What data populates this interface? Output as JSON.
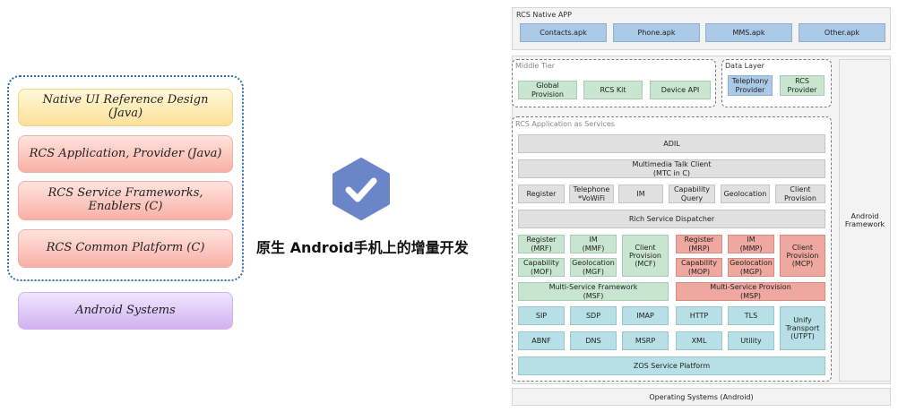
{
  "left_stack": {
    "native_ui": "Native UI Reference Design (Java)",
    "rcs_app": "RCS Application, Provider (Java)",
    "rcs_frameworks": "RCS Service Frameworks, Enablers (C)",
    "rcs_platform": "RCS Common Platform (C)",
    "android_systems": "Android Systems"
  },
  "center_title": "原生 Android手机上的增量开发",
  "icon": {
    "name": "checkmark-hexagon-icon",
    "color": "#6b85c9"
  },
  "diagram": {
    "native_app": {
      "label": "RCS Native APP",
      "apks": [
        "Contacts.apk",
        "Phone.apk",
        "MMS.apk",
        "Other.apk"
      ]
    },
    "middle_tier": {
      "label": "Middle Tier",
      "items": [
        "Global\nProvision",
        "RCS Kit",
        "Device API"
      ]
    },
    "data_layer": {
      "label": "Data Layer",
      "items": [
        "Telephony\nProvider",
        "RCS\nProvider"
      ]
    },
    "services": {
      "label": "RCS Application as Services",
      "adil": "ADIL",
      "mtc": "Multimedia Talk Client\n(MTC in C)",
      "row": [
        "Register",
        "Telephone\n*VoWiFi",
        "IM",
        "Capability\nQuery",
        "Geolocation",
        "Client\nProvision"
      ],
      "dispatcher": "Rich Service Dispatcher"
    },
    "msf": {
      "register": "Register\n(MRF)",
      "im": "IM\n(MMF)",
      "capability": "Capability\n(MOF)",
      "geolocation": "Geolocation\n(MGF)",
      "client": "Client\nProvision\n(MCF)",
      "label": "Multi-Service Framework\n(MSF)"
    },
    "msp": {
      "register": "Register\n(MRP)",
      "im": "IM\n(MMP)",
      "capability": "Capability\n(MOP)",
      "geolocation": "Geolocation\n(MGP)",
      "client": "Client\nProvision\n(MCP)",
      "label": "Multi-Service Provision\n(MSP)"
    },
    "protocols": {
      "row1": [
        "SIP",
        "SDP",
        "IMAP",
        "HTTP",
        "TLS"
      ],
      "row2": [
        "ABNF",
        "DNS",
        "MSRP",
        "XML",
        "Utility"
      ],
      "utpt": "Unify\nTransport\n(UTPT)",
      "zos": "ZOS Service Platform"
    },
    "android_framework": "Android\nFramework",
    "os": "Operating Systems (Android)"
  },
  "colors": {
    "blue_box": "#a9c9e6",
    "green_box": "#c7e5cf",
    "pink_box": "#eea89f",
    "teal_box": "#b6e0e5",
    "gray_box": "#e0e0e0"
  }
}
